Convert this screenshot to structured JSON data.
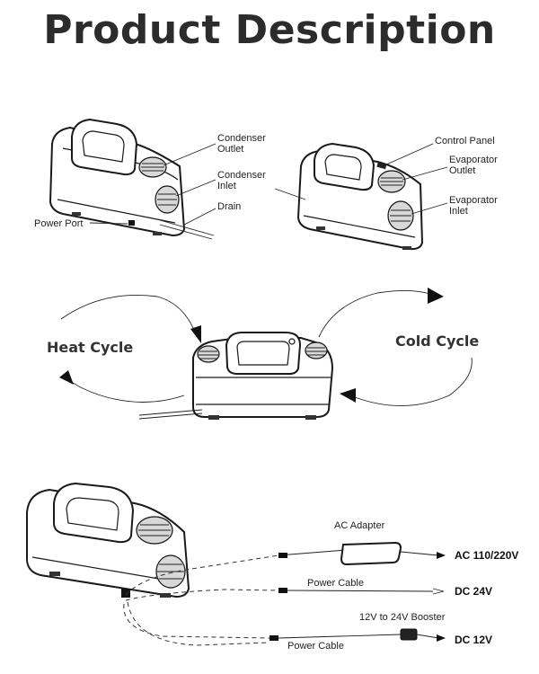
{
  "title": "Product Description",
  "top_left_labels": {
    "condenser_outlet": [
      "Condenser",
      "Outlet"
    ],
    "condenser_inlet": [
      "Condenser",
      "Inlet"
    ],
    "drain": "Drain",
    "power_port": "Power Port"
  },
  "top_right_labels": {
    "control_panel": "Control Panel",
    "evaporator_outlet": [
      "Evaporator",
      "Outlet"
    ],
    "evaporator_inlet": [
      "Evaporator",
      "Inlet"
    ]
  },
  "cycles": {
    "heat": "Heat Cycle",
    "cold": "Cold Cycle"
  },
  "power": {
    "ac_adapter": "AC Adapter",
    "ac_input": "AC 110/220V",
    "power_cable_1": "Power Cable",
    "dc_24v": "DC  24V",
    "booster": "12V to 24V Booster",
    "dc_12v": "DC  12V",
    "power_cable_2": "Power Cable"
  }
}
